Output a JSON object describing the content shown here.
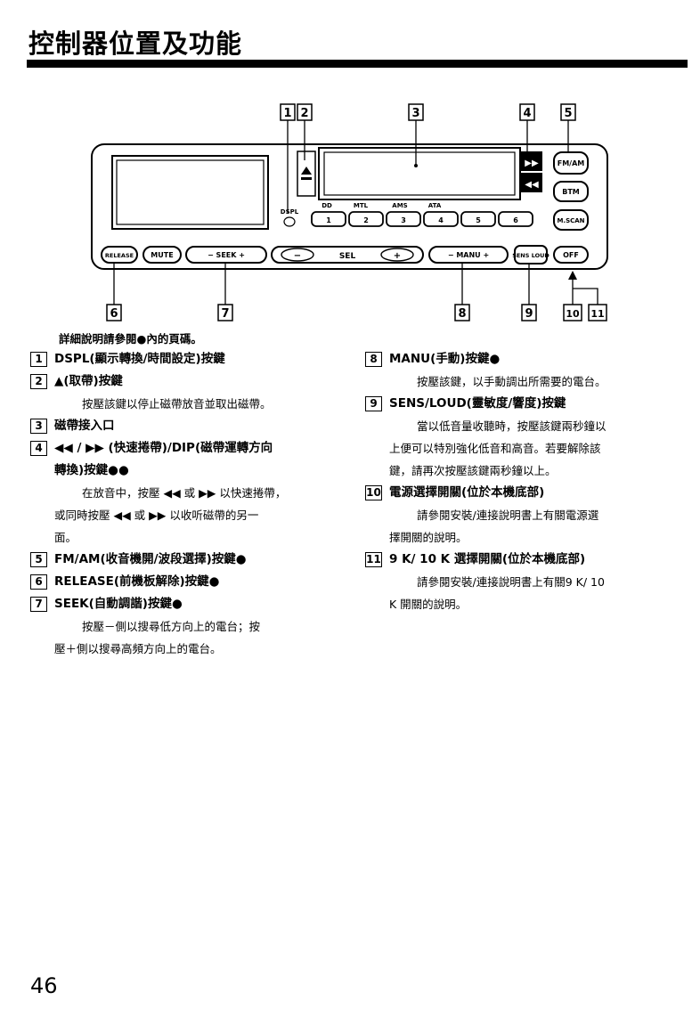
{
  "page": {
    "title": "控制器位置及功能",
    "page_number": "46"
  },
  "device": {
    "callouts": [
      "1",
      "2",
      "3",
      "4",
      "5",
      "6",
      "7",
      "8",
      "9",
      "10",
      "11"
    ],
    "buttons": {
      "release": "RELEASE",
      "mute": "MUTE",
      "seek": "− SEEK +",
      "minus": "−",
      "sel": "SEL",
      "plus": "+",
      "manu": "− MANU +",
      "sens_loud": "SENS LOUD",
      "off": "OFF",
      "fm_am": "FM/AM",
      "btm": "BTM",
      "m_scan": "M.SCAN",
      "dspl": "DSPL",
      "presets": [
        "1",
        "2",
        "3",
        "4",
        "5",
        "6"
      ]
    },
    "indicators": {
      "dd": "DD",
      "mtl": "MTL",
      "ams": "AMS",
      "ata": "ATA"
    }
  },
  "intro": "詳細說明請參閱●內的頁碼。",
  "items": [
    {
      "num": "1",
      "head": "DSPL(顯示轉換/時間設定)按鍵",
      "desc": []
    },
    {
      "num": "2",
      "head": "▲(取帶)按鍵",
      "desc": [
        "按壓該鍵以停止磁帶放音並取出磁帶。"
      ]
    },
    {
      "num": "3",
      "head": "磁帶接入口",
      "desc": []
    },
    {
      "num": "4",
      "head": "◀◀ / ▶▶ (快速捲帶)/DIP(磁帶運轉方向",
      "desc": []
    },
    {
      "num": "",
      "head": "轉換)按鍵●●",
      "desc": [
        "在放音中，按壓 ◀◀ 或 ▶▶ 以快速捲帶，",
        "或同時按壓 ◀◀ 或 ▶▶ 以收听磁帶的另一",
        "面。"
      ]
    },
    {
      "num": "5",
      "head": "FM/AM(收音機開/波段選擇)按鍵●",
      "desc": []
    },
    {
      "num": "6",
      "head": "RELEASE(前機板解除)按鍵●",
      "desc": []
    },
    {
      "num": "7",
      "head": "SEEK(自動調諧)按鍵●",
      "desc": [
        "按壓－側以搜尋低方向上的電台；按",
        "壓＋側以搜尋高頻方向上的電台。"
      ]
    }
  ],
  "items_right": [
    {
      "num": "8",
      "head": "MANU(手動)按鍵●",
      "desc": [
        "按壓該鍵，以手動調出所需要的電台。"
      ]
    },
    {
      "num": "9",
      "head": "SENS/LOUD(靈敏度/響度)按鍵",
      "desc": [
        "當以低音量收聽時，按壓該鍵兩秒鐘以",
        "上便可以特別強化低音和高音。若要解除該",
        "鍵，請再次按壓該鍵兩秒鐘以上。"
      ]
    },
    {
      "num": "10",
      "head": "電源選擇開關(位於本機底部)",
      "desc": [
        "請參閱安裝/連接說明書上有關電源選",
        "擇開關的說明。"
      ]
    },
    {
      "num": "11",
      "head": "9 K/ 10 K 選擇開關(位於本機底部)",
      "desc": [
        "請參閱安裝/連接說明書上有關9 K/ 10",
        "K 開關的說明。"
      ]
    }
  ]
}
